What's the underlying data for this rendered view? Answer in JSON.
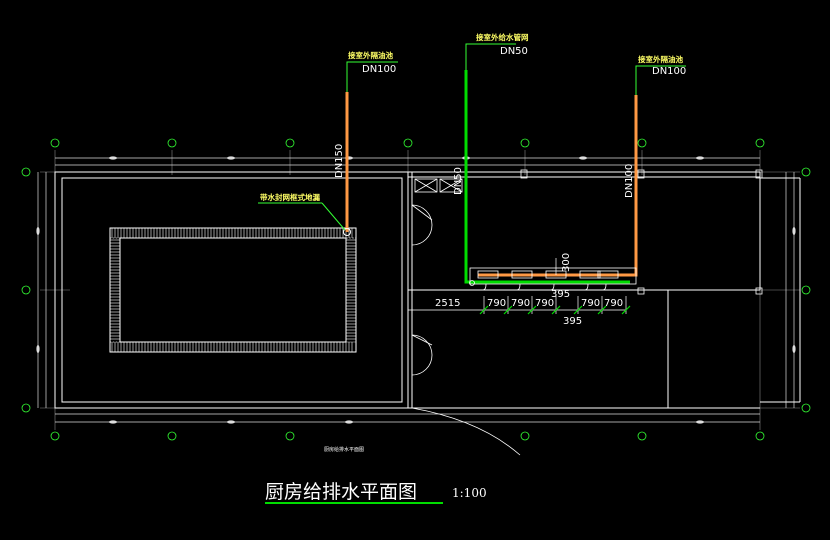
{
  "colors": {
    "background": "#000000",
    "wall": "#ffffff",
    "water_supply_pipe": "#00dd00",
    "drain_pipe": "#ff9944",
    "axis_bubble": "#33ff33",
    "label_text": "#ffff66",
    "dimension": "#ffffff"
  },
  "pipes": [
    {
      "label": "接室外隔油池",
      "size": "DN100",
      "size_vertical": "DN150",
      "type": "drain"
    },
    {
      "label": "接室外给水管网",
      "size": "DN50",
      "size_vertical": "DN50",
      "type": "water_supply"
    },
    {
      "label": "接室外隔油池",
      "size": "DN100",
      "size_vertical": "DN100",
      "type": "drain"
    }
  ],
  "fixture_label": "带水封网框式地漏",
  "dimensions": {
    "row1": [
      "2515",
      "790",
      "790",
      "790",
      "790",
      "790"
    ],
    "below_row1": "395",
    "total_below": "395",
    "vertical": "300"
  },
  "small_caption": "厨房给排水平面图",
  "title": {
    "text": "厨房给排水平面图",
    "scale": "1:100"
  }
}
